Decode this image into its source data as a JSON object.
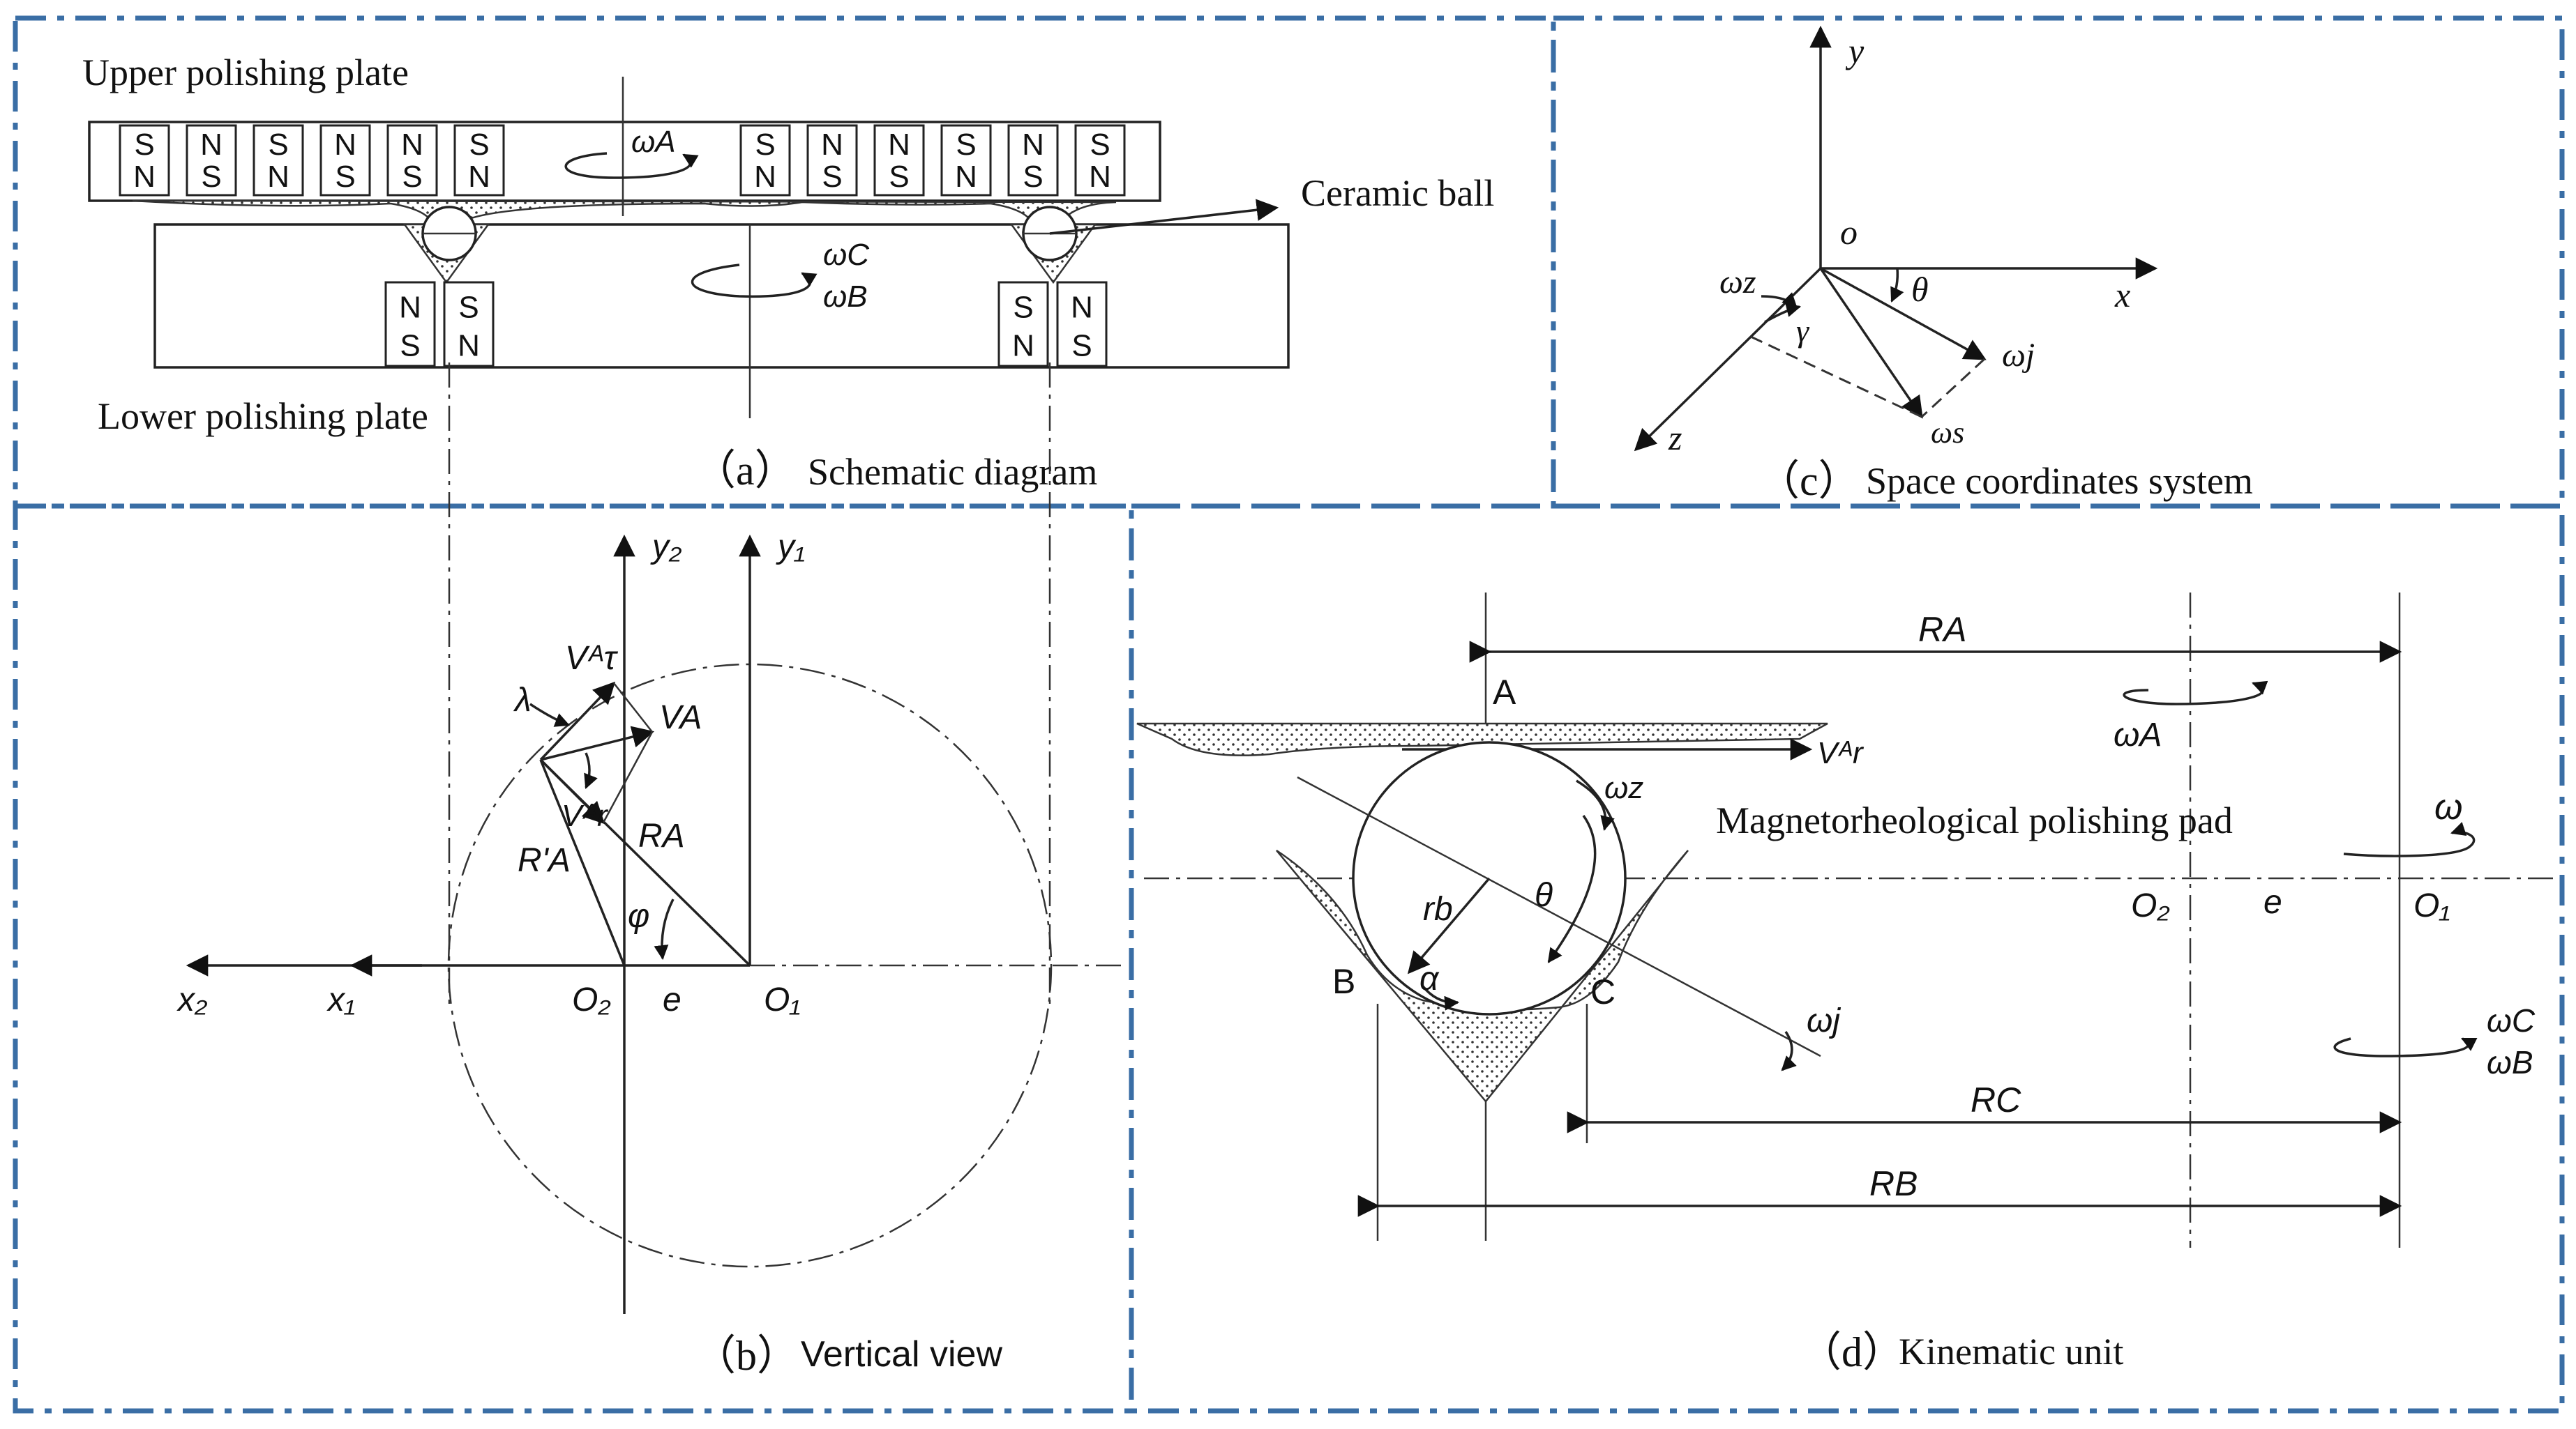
{
  "panels": {
    "a": {
      "caption_num": "（a）",
      "caption_text": "Schematic diagram",
      "upper_label": "Upper polishing plate",
      "lower_label": "Lower  polishing plate",
      "ball_label": "Ceramic ball",
      "omega_a": "ωA",
      "omega_c": "ωC",
      "omega_b": "ωB",
      "magnets_upper_left": [
        [
          "S",
          "N"
        ],
        [
          "N",
          "S"
        ],
        [
          "S",
          "N"
        ],
        [
          "N",
          "S"
        ],
        [
          "N",
          "S"
        ],
        [
          "S",
          "N"
        ]
      ],
      "magnets_upper_right": [
        [
          "S",
          "N"
        ],
        [
          "N",
          "S"
        ],
        [
          "N",
          "S"
        ],
        [
          "S",
          "N"
        ],
        [
          "N",
          "S"
        ],
        [
          "S",
          "N"
        ]
      ],
      "magnets_lower_left": [
        [
          "N",
          "S"
        ],
        [
          "S",
          "N"
        ]
      ],
      "magnets_lower_right": [
        [
          "S",
          "N"
        ],
        [
          "N",
          "S"
        ]
      ]
    },
    "b": {
      "caption_num": "（b）",
      "caption_text": "Vertical view",
      "y2": "y₂",
      "y1": "y₁",
      "x2": "x₂",
      "x1": "x₁",
      "o2": "O₂",
      "e": "e",
      "o1": "O₁",
      "va_tau": "Vᴬτ",
      "va": "VA",
      "va_r": "Vᴬr",
      "ra": "RA",
      "ra_prime": "R'A",
      "lambda": "λ",
      "phi": "φ"
    },
    "c": {
      "caption_num": "（c）",
      "caption_text": "Space coordinates system",
      "y": "y",
      "x": "x",
      "z": "z",
      "o": "o",
      "omega_z": "ωz",
      "theta": "θ",
      "gamma": "γ",
      "omega_j": "ωj",
      "omega_s": "ωs"
    },
    "d": {
      "caption_num": "（d）",
      "caption_text": "Kinematic unit",
      "pad_label": "Magnetorheological polishing pad",
      "ra": "RA",
      "rc": "RC",
      "rb_dim": "RB",
      "a": "A",
      "b": "B",
      "c": "C",
      "omega_a": "ωA",
      "omega_z": "ωz",
      "omega": "ω",
      "omega_c": "ωC",
      "omega_b": "ωB",
      "omega_j": "ωj",
      "o2": "O₂",
      "e": "e",
      "o1": "O₁",
      "rb": "rb",
      "theta": "θ",
      "alpha": "α",
      "va_r": "Vᴬr"
    }
  }
}
